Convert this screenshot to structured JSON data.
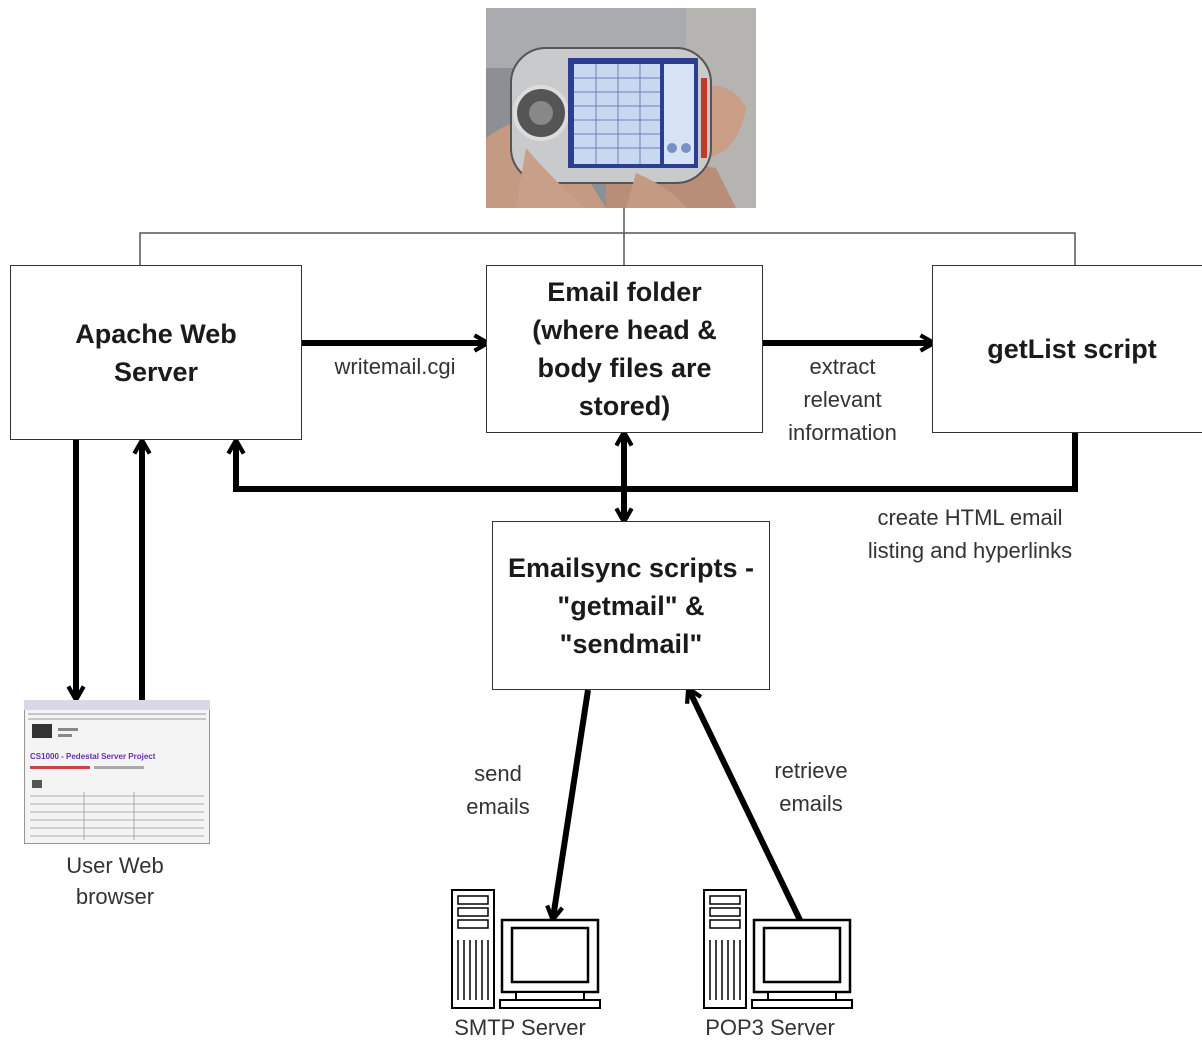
{
  "nodes": {
    "apache": {
      "label": "Apache Web\nServer"
    },
    "email_folder": {
      "label": "Email folder\n(where head &\nbody files are\nstored)"
    },
    "getlist": {
      "label": "getList script"
    },
    "emailsync": {
      "label": "Emailsync scripts -\n\"getmail\" &\n\"sendmail\""
    },
    "browser": {
      "label": "User Web\nbrowser"
    },
    "smtp": {
      "label": "SMTP Server"
    },
    "pop3": {
      "label": "POP3 Server"
    }
  },
  "edges": {
    "writemail": "writemail.cgi",
    "extract": "extract\nrelevant\ninformation",
    "create_html": "create HTML email\nlisting and hyperlinks",
    "send": "send\nemails",
    "retrieve": "retrieve\nemails"
  },
  "browser_screenshot": {
    "page_title": "CS1000 - Pedestal Server Project"
  }
}
